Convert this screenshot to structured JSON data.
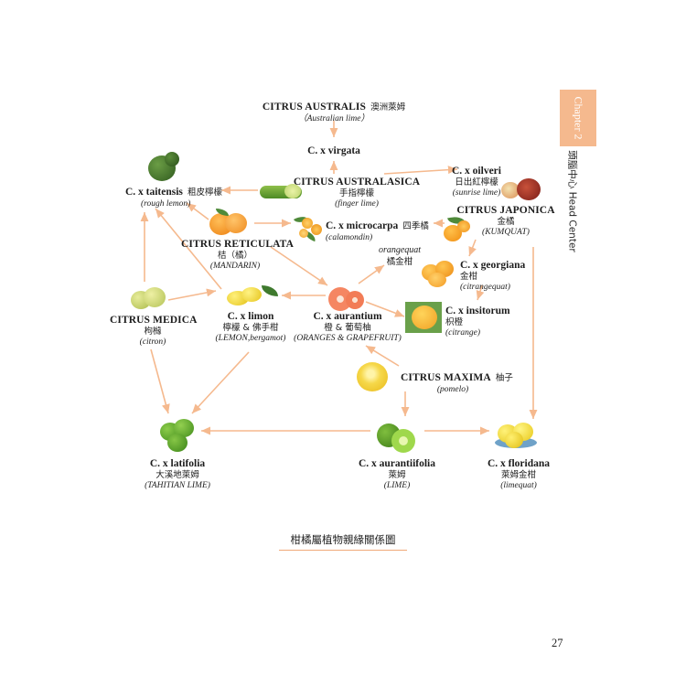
{
  "header": {
    "chapter_tab": "Chapter 2",
    "section_title": "頭腦中心 Head Center"
  },
  "colors": {
    "arrow": "#f5b98e",
    "tab": "#f5b98e",
    "caption_rule": "#f0a878"
  },
  "nodes": {
    "australis": {
      "name": "CITRUS AUSTRALIS",
      "cn": "澳洲萊姆",
      "en": "（Australian lime）"
    },
    "virgata": {
      "name": "C. x virgata"
    },
    "australasica": {
      "name": "CITRUS AUSTRALASICA",
      "cn": "手指檸檬",
      "en": "(finger lime)"
    },
    "oilveri": {
      "name": "C. x oilveri",
      "cn": "日出紅檸檬",
      "en": "(sunrise lime)"
    },
    "taitensis": {
      "name": "C. x taitensis",
      "cn": "粗皮檸檬",
      "en": "(rough lemon)"
    },
    "microcarpa": {
      "name": "C. x microcarpa",
      "cn": "四季橘",
      "en": "(calamondin)"
    },
    "japonica": {
      "name": "CITRUS JAPONICA",
      "cn": "金橘",
      "en": "(KUMQUAT)"
    },
    "reticulata": {
      "name": "CITRUS RETICULATA",
      "cn": "桔（橘）",
      "en": "(MANDARIN)"
    },
    "orangequat": {
      "en": "orangequat",
      "cn": "橘金柑"
    },
    "georgiana": {
      "name": "C. x georgiana",
      "cn": "金柑",
      "en": "(citrangequat)"
    },
    "medica": {
      "name": "CITRUS MEDICA",
      "cn": "枸櫞",
      "en": "(citron)"
    },
    "limon": {
      "name": "C. x limon",
      "cn": "檸檬 & 佛手柑",
      "en": "(LEMON,bergamot)"
    },
    "aurantium": {
      "name": "C. x aurantium",
      "cn": "橙 & 葡萄柚",
      "en": "(ORANGES & GRAPEFRUIT)"
    },
    "insitorum": {
      "name": "C. x insitorum",
      "cn": "枳橙",
      "en": "(citrange)"
    },
    "maxima": {
      "name": "CITRUS MAXIMA",
      "cn": "柚子",
      "en": "(pomelo)"
    },
    "latifolia": {
      "name": "C. x latifolia",
      "cn": "大溪地萊姆",
      "en": "(TAHITIAN LIME)"
    },
    "aurantiifolia": {
      "name": "C. x aurantiifolia",
      "cn": "萊姆",
      "en": "(LIME)"
    },
    "floridana": {
      "name": "C. x floridana",
      "cn": "萊姆金柑",
      "en": "(limequat)"
    }
  },
  "edges": [
    [
      "australis",
      "virgata"
    ],
    [
      "australasica",
      "virgata"
    ],
    [
      "australasica",
      "taitensis"
    ],
    [
      "australasica",
      "oilveri"
    ],
    [
      "reticulata",
      "taitensis"
    ],
    [
      "reticulata",
      "microcarpa"
    ],
    [
      "reticulata",
      "aurantium"
    ],
    [
      "japonica",
      "microcarpa"
    ],
    [
      "japonica",
      "georgiana"
    ],
    [
      "japonica",
      "floridana"
    ],
    [
      "aurantium",
      "limon"
    ],
    [
      "aurantium",
      "orangequat"
    ],
    [
      "aurantium",
      "insitorum"
    ],
    [
      "georgiana",
      "insitorum"
    ],
    [
      "medica",
      "taitensis"
    ],
    [
      "medica",
      "limon"
    ],
    [
      "medica",
      "latifolia"
    ],
    [
      "limon",
      "taitensis"
    ],
    [
      "limon",
      "latifolia"
    ],
    [
      "maxima",
      "aurantium"
    ],
    [
      "maxima",
      "aurantiifolia"
    ],
    [
      "aurantiifolia",
      "latifolia"
    ],
    [
      "aurantiifolia",
      "floridana"
    ]
  ],
  "caption": "柑橘屬植物親緣關係圖",
  "page_number": "27"
}
